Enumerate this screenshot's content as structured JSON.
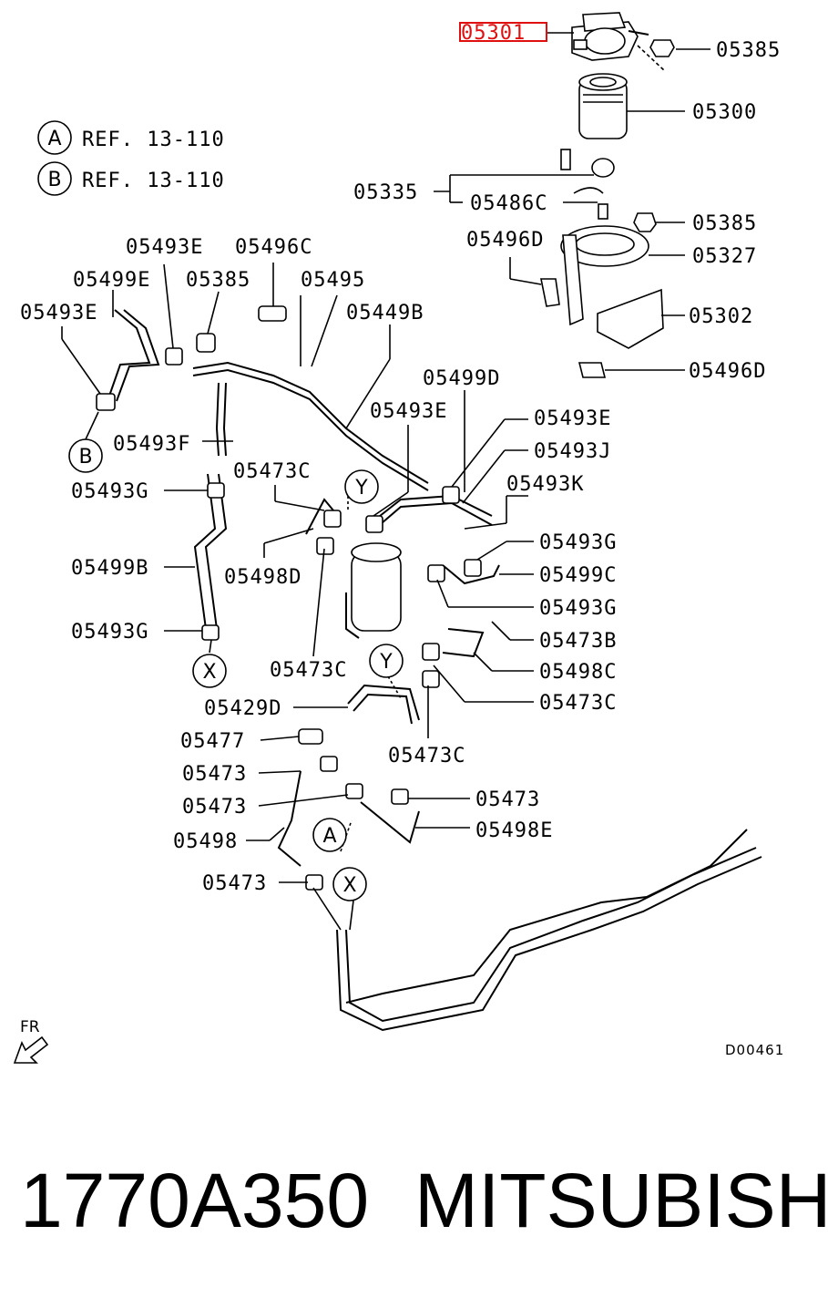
{
  "diagram": {
    "references": [
      {
        "letter": "A",
        "text": "REF. 13-110"
      },
      {
        "letter": "B",
        "text": "REF. 13-110"
      }
    ],
    "labels": {
      "l05301": "05301",
      "l05385a": "05385",
      "l05300": "05300",
      "l05335": "05335",
      "l05486c": "05486C",
      "l05385b": "05385",
      "l05496d_a": "05496D",
      "l05327": "05327",
      "l05302": "05302",
      "l05496d_b": "05496D",
      "l05493e_a": "05493E",
      "l05496c": "05496C",
      "l05499e": "05499E",
      "l05385c": "05385",
      "l05495": "05495",
      "l05493e_b": "05493E",
      "l05449b": "05449B",
      "l05499d": "05499D",
      "l05493e_c": "05493E",
      "l05493e_d": "05493E",
      "l05493f": "05493F",
      "l05493j": "05493J",
      "l05473c_a": "05473C",
      "l05493k": "05493K",
      "l05493g_a": "05493G",
      "l05493g_b": "05493G",
      "l05499c": "05499C",
      "l05499b": "05499B",
      "l05498d": "05498D",
      "l05493g_c": "05493G",
      "l05493g_d": "05493G",
      "l05473b": "05473B",
      "l05473c_b": "05473C",
      "l05498c": "05498C",
      "l05473c_c": "05473C",
      "l05429d": "05429D",
      "l05477": "05477",
      "l05473c_d": "05473C",
      "l05473a": "05473",
      "l05473b2": "05473",
      "l05473c2": "05473",
      "l05498": "05498",
      "l05498e": "05498E",
      "l05473d": "05473"
    },
    "markers": {
      "b": "B",
      "x1": "X",
      "y1": "Y",
      "y2": "Y",
      "a": "A",
      "x2": "X"
    },
    "fr_label": "FR",
    "diagram_code": "D00461",
    "highlight_color": "#e01010"
  },
  "caption": {
    "part_number": "1770A350",
    "brand": "MITSUBISHI"
  }
}
